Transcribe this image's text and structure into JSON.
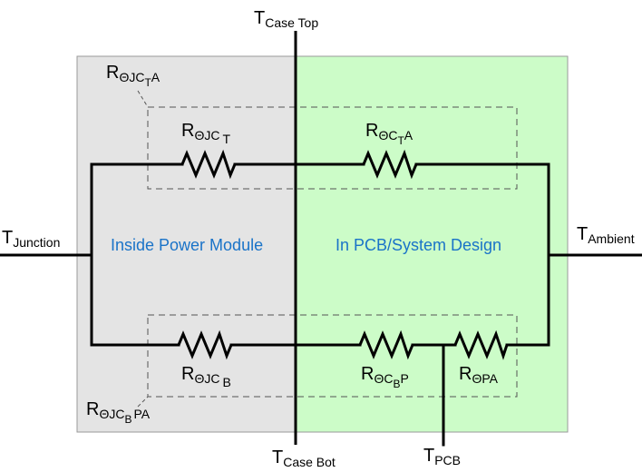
{
  "colors": {
    "module_fill": "#e4e4e4",
    "pcb_fill": "#ccfcc8",
    "wire": "#000000",
    "region_text": "#1a73c8"
  },
  "regions": {
    "module_label": "Inside Power Module",
    "pcb_label": "In PCB/System Design"
  },
  "nodes": {
    "case_top": {
      "main": "T",
      "sub": "Case Top"
    },
    "case_bot": {
      "main": "T",
      "sub": "Case Bot"
    },
    "junction": {
      "main": "T",
      "sub": "Junction"
    },
    "ambient": {
      "main": "T",
      "sub": "Ambient"
    },
    "pcb": {
      "main": "T",
      "sub": "PCB"
    }
  },
  "resistors": {
    "r_jct": {
      "main": "R",
      "sub": "ΘJC",
      "sub2": "T"
    },
    "r_ct_a": {
      "main": "R",
      "sub": "ΘC",
      "sub2": "T",
      "tail": "A"
    },
    "r_jcb": {
      "main": "R",
      "sub": "ΘJC",
      "sub2": "B"
    },
    "r_cb_p": {
      "main": "R",
      "sub": "ΘC",
      "sub2": "B",
      "tail": "P"
    },
    "r_pa": {
      "main": "R",
      "sub": "ΘPA"
    }
  },
  "group_labels": {
    "top": {
      "main": "R",
      "sub": "ΘJC",
      "sub2": "T",
      "tail": "A"
    },
    "bottom": {
      "main": "R",
      "sub": "ΘJC",
      "sub2": "B",
      "tail": "PA"
    }
  }
}
